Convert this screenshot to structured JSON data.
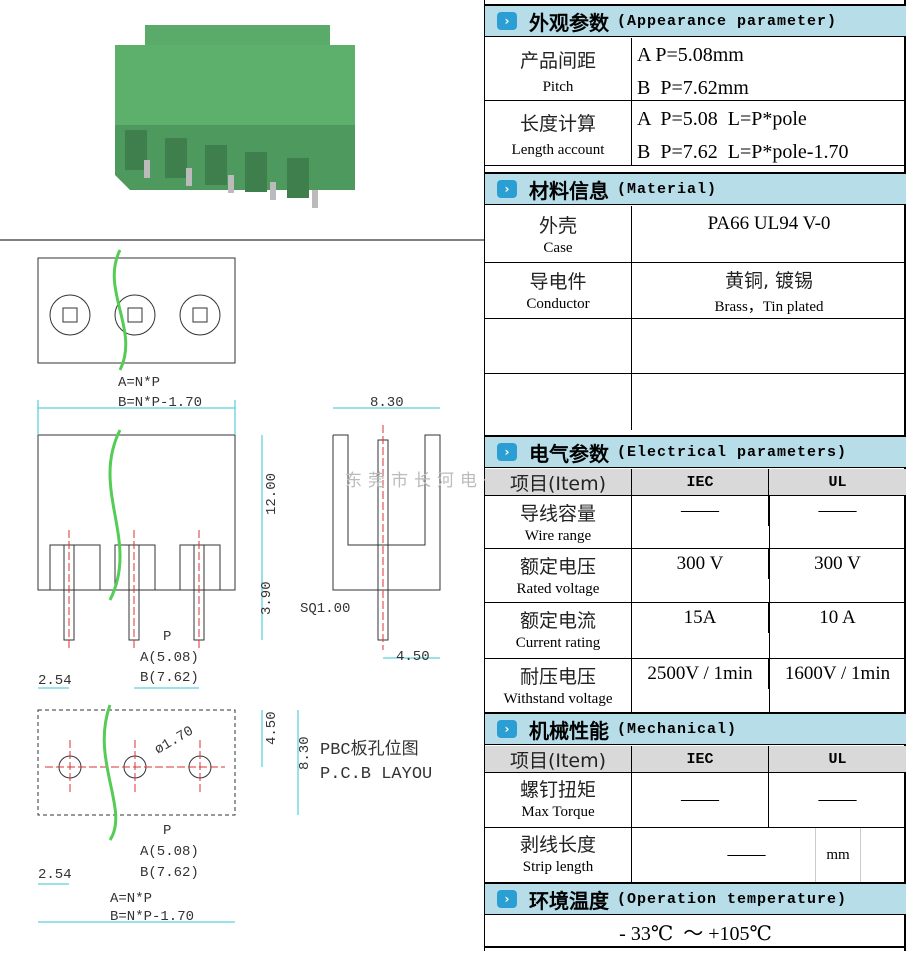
{
  "watermark": "东莞市长河电子",
  "drawing": {
    "top_label_a": "A=N*P",
    "top_label_b": "B=N*P-1.70",
    "dim_height": "12.00",
    "dim_pin": "3.90",
    "dim_width_side": "8.30",
    "dim_sq": "SQ1.00",
    "dim_side_pin": "4.50",
    "p_label": "P",
    "a_label": "A(5.08)",
    "b_label": "B(7.62)",
    "dim_254": "2.54",
    "pcb_dim_450": "4.50",
    "pcb_dim_830": "8.30",
    "pcb_hole": "ø1.70",
    "pcb_title_cn": "PBC板孔位图",
    "pcb_title_en": "P.C.B LAYOU",
    "bottom_label_a": "A=N*P",
    "bottom_label_b": "B=N*P-1.70"
  },
  "appearance": {
    "cn": "外观参数",
    "en": "(Appearance parameter)",
    "pitch_cn": "产品间距",
    "pitch_en": "Pitch",
    "pitch_a": "A  P=5.08mm",
    "pitch_b": "B  P=7.62mm",
    "len_cn": "长度计算",
    "len_en": "Length account",
    "len_a": "A  P=5.08  L=P*pole",
    "len_b": "B  P=7.62  L=P*pole-1.70"
  },
  "material": {
    "cn": "材料信息",
    "en": "(Material)",
    "case_cn": "外壳",
    "case_en": "Case",
    "case_val": "PA66 UL94 V-0",
    "cond_cn": "导电件",
    "cond_en": "Conductor",
    "cond_val_cn": "黄铜, 镀锡",
    "cond_val_en": "Brass，Tin plated"
  },
  "electrical": {
    "cn": "电气参数",
    "en": "(Electrical parameters)",
    "col_item": "项目(Item)",
    "col_iec": "IEC",
    "col_ul": "UL",
    "rows": [
      {
        "cn": "导线容量",
        "en": "Wire range",
        "iec": "——",
        "ul": "——"
      },
      {
        "cn": "额定电压",
        "en": "Rated voltage",
        "iec": "300 V",
        "ul": "300 V"
      },
      {
        "cn": "额定电流",
        "en": "Current rating",
        "iec": "15A",
        "ul": "10  A"
      },
      {
        "cn": "耐压电压",
        "en": "Withstand voltage",
        "iec": "2500V / 1min",
        "ul": "1600V / 1min"
      }
    ]
  },
  "mechanical": {
    "cn": "机械性能",
    "en": "(Mechanical)",
    "col_item": "项目(Item)",
    "col_iec": "IEC",
    "col_ul": "UL",
    "torque_cn": "螺钉扭矩",
    "torque_en": "Max Torque",
    "torque_iec": "——",
    "torque_ul": "——",
    "strip_cn": "剥线长度",
    "strip_en": "Strip length",
    "strip_val": "——",
    "strip_unit": "mm"
  },
  "temperature": {
    "cn": "环境温度",
    "en": "(Operation temperature)",
    "value": "- 33℃  ～ +105℃"
  },
  "colors": {
    "header_bg": "#b7dde8",
    "connector_green": "#4e9a5e",
    "dim_line": "#33c4d4"
  }
}
